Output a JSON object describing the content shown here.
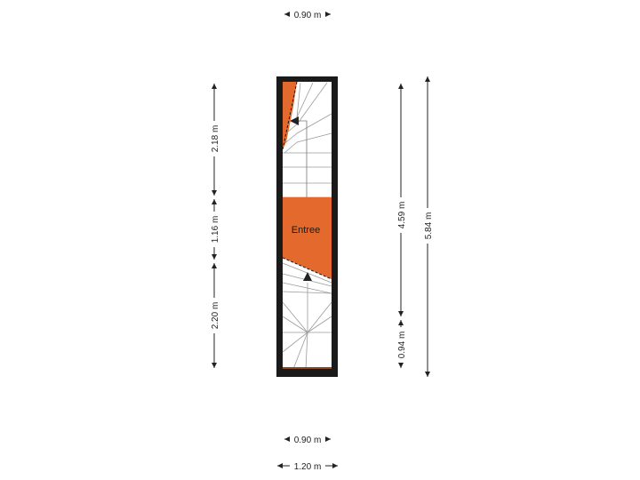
{
  "plan": {
    "room_label": "Entree",
    "colors": {
      "wall": "#1a1a1a",
      "floor": "#e4692c",
      "stair_line": "#9a9a9a",
      "dimension": "#222222"
    },
    "dimensions": {
      "top_width": "0.90 m",
      "bottom_inner_width": "0.90 m",
      "bottom_outer_width": "1.20 m",
      "left_upper_stair": "2.18 m",
      "left_entree": "1.16 m",
      "left_lower_stair": "2.20 m",
      "right_inner_main": "4.59 m",
      "right_inner_lower": "0.94 m",
      "right_total": "5.84 m"
    }
  }
}
